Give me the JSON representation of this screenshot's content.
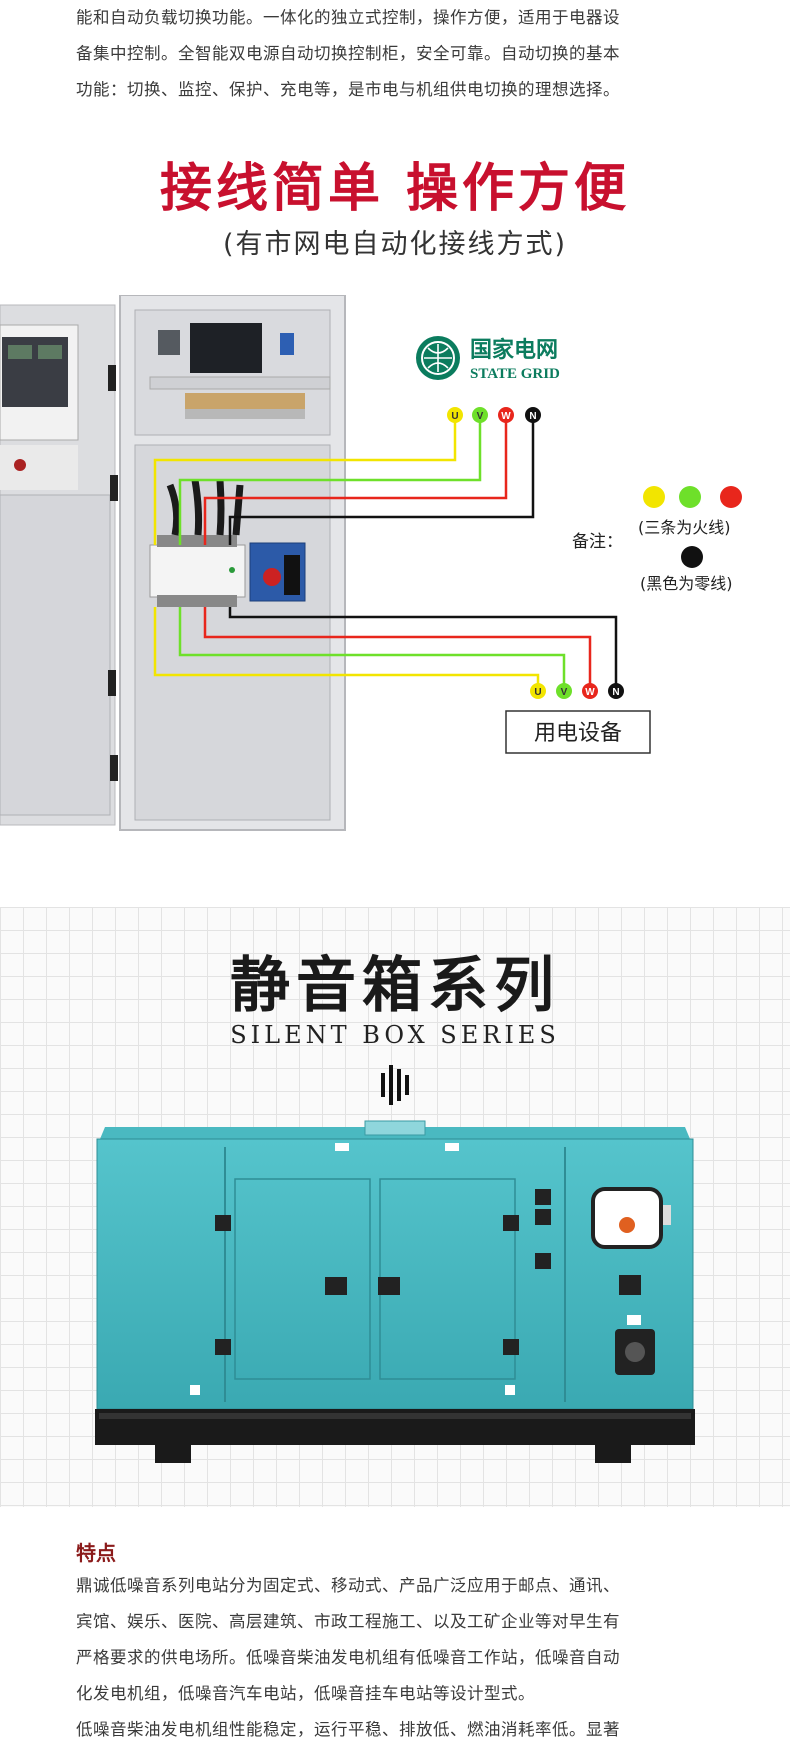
{
  "intro": {
    "lines": [
      "能和自动负载切换功能。一体化的独立式控制，操作方便，适用于电器设",
      "备集中控制。全智能双电源自动切换控制柜，安全可靠。自动切换的基本",
      "功能：切换、监控、保护、充电等，是市电与机组供电切换的理想选择。"
    ]
  },
  "wiring": {
    "title": "接线简单  操作方便",
    "subtitle": "(有市网电自动化接线方式)",
    "grid_logo_cn": "国家电网",
    "grid_logo_en": "STATE GRID",
    "phase_labels": [
      "U",
      "V",
      "W",
      "N"
    ],
    "note_label": "备注：",
    "note_live": "(三条为火线)",
    "note_neutral": "(黑色为零线)",
    "device_label": "用电设备",
    "colors": {
      "u": "#f2e500",
      "v": "#6ee02a",
      "w": "#e8261c",
      "n": "#111111"
    }
  },
  "silent": {
    "title": "静音箱系列",
    "title_en": "SILENT BOX SERIES"
  },
  "features": {
    "title": "特点",
    "lines": [
      "鼎诚低噪音系列电站分为固定式、移动式、产品广泛应用于邮点、通讯、",
      "宾馆、娱乐、医院、高层建筑、市政工程施工、以及工矿企业等对早生有",
      "严格要求的供电场所。低噪音柴油发电机组有低噪音工作站，低噪音自动",
      "化发电机组，低噪音汽车电站，低噪音挂车电站等设计型式。",
      "低噪音柴油发电机组性能稳定，运行平稳、排放低、燃油消耗率低。显著"
    ]
  }
}
